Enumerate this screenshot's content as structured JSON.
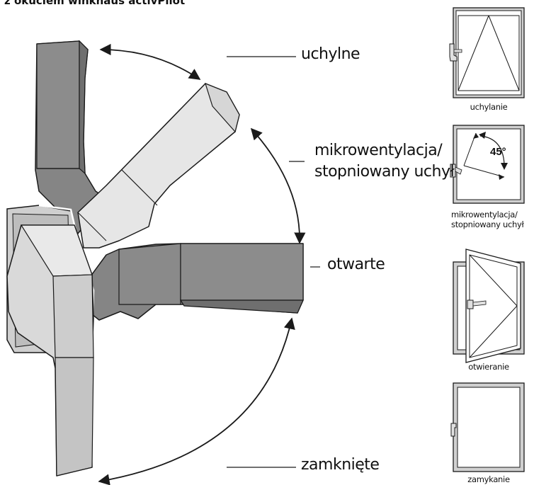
{
  "heading": "z okuciem winkhaus activPilot",
  "labels": {
    "tilt": "uchylne",
    "micro_line1": "mikrowentylacja/",
    "micro_line2": "stopniowany uchył",
    "open": "otwarte",
    "closed": "zamknięte"
  },
  "icons": {
    "tilt_caption": "uchylanie",
    "micro_caption_line1": "mikrowentylacja/",
    "micro_caption_line2": "stopniowany uchył",
    "angle": "45°",
    "open_caption": "otwieranie",
    "closed_caption": "zamykanie"
  },
  "colors": {
    "dark_handle": "#858585",
    "dark_handle_shade": "#6f6f6f",
    "light_handle": "#e6e6e6",
    "mid_handle": "#cccccc",
    "frame_fill": "#d0d0d0",
    "outline": "#1a1a1a"
  }
}
